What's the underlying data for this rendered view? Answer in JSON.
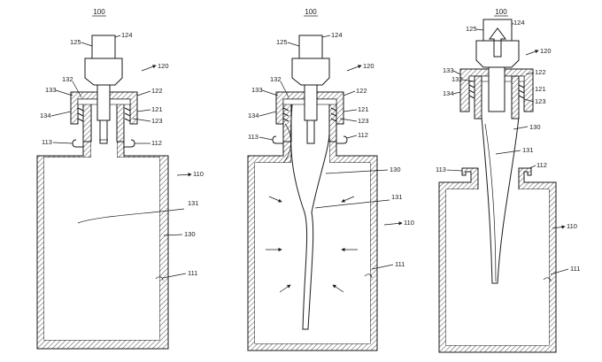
{
  "figures": [
    {
      "title": "100",
      "labels": {
        "l124": "124",
        "l125": "125",
        "l120": "120",
        "l132": "132",
        "l133": "133",
        "l122": "122",
        "l121": "121",
        "l134": "134",
        "l123": "123",
        "l113": "113",
        "l112": "112",
        "l110": "110",
        "l131": "131",
        "l130": "130",
        "l111": "111"
      }
    },
    {
      "title": "100",
      "labels": {
        "l124": "124",
        "l125": "125",
        "l120": "120",
        "l132": "132",
        "l133": "133",
        "l122": "122",
        "l121": "121",
        "l134": "134",
        "l123": "123",
        "l113": "113",
        "l112": "112",
        "l130": "130",
        "l131": "131",
        "l110": "110",
        "l111": "111"
      }
    },
    {
      "title": "100",
      "labels": {
        "l124": "124",
        "l125": "125",
        "l120": "120",
        "l133": "133",
        "l132": "132",
        "l122": "122",
        "l121": "121",
        "l134": "134",
        "l123": "123",
        "l130": "130",
        "l131": "131",
        "l113": "113",
        "l112": "112",
        "l110": "110",
        "l111": "111"
      }
    }
  ]
}
